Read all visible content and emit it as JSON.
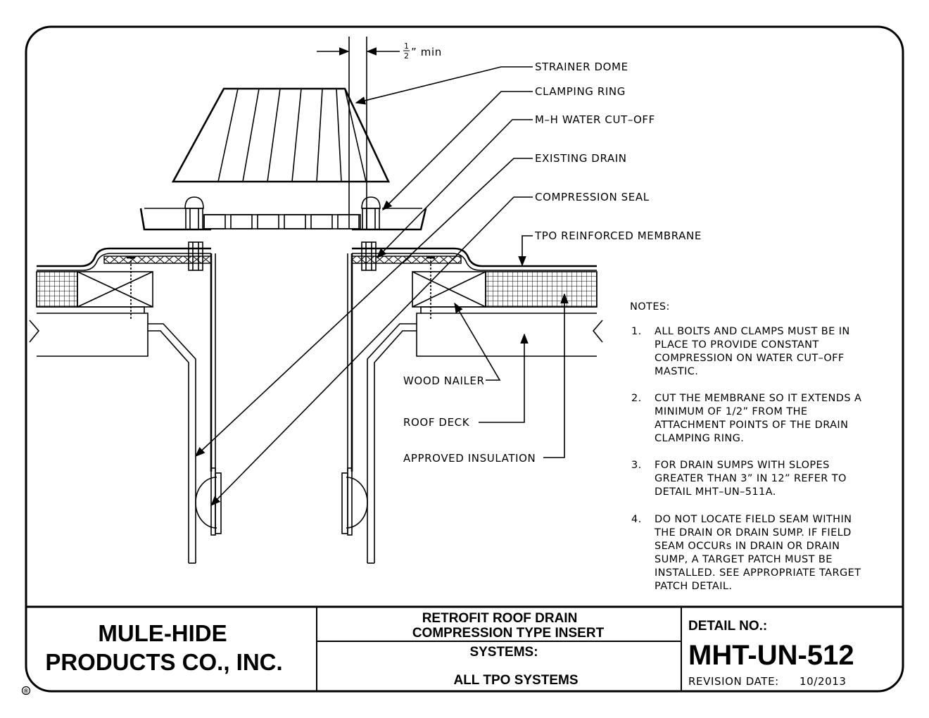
{
  "dimension": {
    "half": "1",
    "half_den": "2",
    "suffix": "” min"
  },
  "callouts": {
    "strainer_dome": "STRAINER DOME",
    "clamping_ring": "CLAMPING RING",
    "water_cutoff": "M–H WATER CUT–OFF",
    "existing_drain": "EXISTING DRAIN",
    "compression_seal": "COMPRESSION SEAL",
    "tpo_membrane": "TPO REINFORCED MEMBRANE",
    "wood_nailer": "WOOD NAILER",
    "roof_deck": "ROOF DECK",
    "approved_insulation": "APPROVED INSULATION"
  },
  "notes": {
    "heading": "NOTES:",
    "items": [
      {
        "num": "1.",
        "lines": [
          "ALL BOLTS AND CLAMPS MUST BE IN",
          "PLACE TO PROVIDE CONSTANT",
          "COMPRESSION ON WATER CUT–OFF",
          "MASTIC."
        ]
      },
      {
        "num": "2.",
        "lines": [
          "CUT THE MEMBRANE SO IT EXTENDS A",
          "MINIMUM OF 1/2” FROM THE",
          "ATTACHMENT POINTS OF THE DRAIN",
          "CLAMPING RING."
        ]
      },
      {
        "num": "3.",
        "lines": [
          "FOR DRAIN SUMPS WITH SLOPES",
          "GREATER THAN 3” IN 12” REFER TO",
          "DETAIL MHT–UN–511A."
        ]
      },
      {
        "num": "4.",
        "lines": [
          "DO NOT LOCATE FIELD SEAM WITHIN",
          "THE DRAIN OR DRAIN SUMP.  IF FIELD",
          "SEAM OCCURs IN DRAIN OR DRAIN",
          "SUMP, A TARGET PATCH MUST BE",
          "INSTALLED.  SEE APPROPRIATE TARGET",
          "PATCH DETAIL."
        ]
      }
    ]
  },
  "title_block": {
    "company_line1": "MULE-HIDE",
    "company_line2": "PRODUCTS CO., INC.",
    "registered": "®",
    "title_line1": "RETROFIT ROOF DRAIN",
    "title_line2": "COMPRESSION TYPE INSERT",
    "systems_label": "SYSTEMS:",
    "systems_value": "ALL TPO SYSTEMS",
    "detail_label": "DETAIL NO.:",
    "detail_number": "MHT-UN-512",
    "revision_label": "REVISION DATE:",
    "revision_date": "10/2013"
  }
}
